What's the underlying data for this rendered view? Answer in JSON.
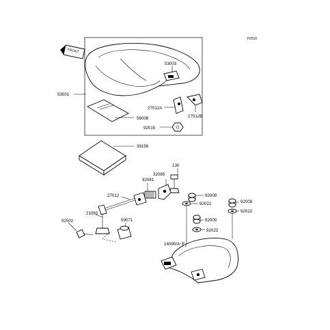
{
  "page_code": "F2510",
  "front_marker": "FRONT",
  "labels": {
    "seat_assembly": "53001",
    "seat_cover": "53003",
    "tag": "56008",
    "bracket_a": "27012A",
    "bracket_b": "27012B",
    "nut": "92015",
    "pad": "39156",
    "bolt_130": "130",
    "lock_32085": "32085",
    "spring_92081": "92081",
    "cable_27012": "27012",
    "bolt_21083": "21083",
    "screw_92002": "92002",
    "cap_59071": "59071",
    "bolt_92009_a": "92009",
    "washer_92022_a": "92022",
    "bolt_92009_b": "92009",
    "washer_92022_b": "92022",
    "bolt_92009_c": "92009",
    "washer_92022_c": "92022",
    "cover": "14090/A~E"
  }
}
